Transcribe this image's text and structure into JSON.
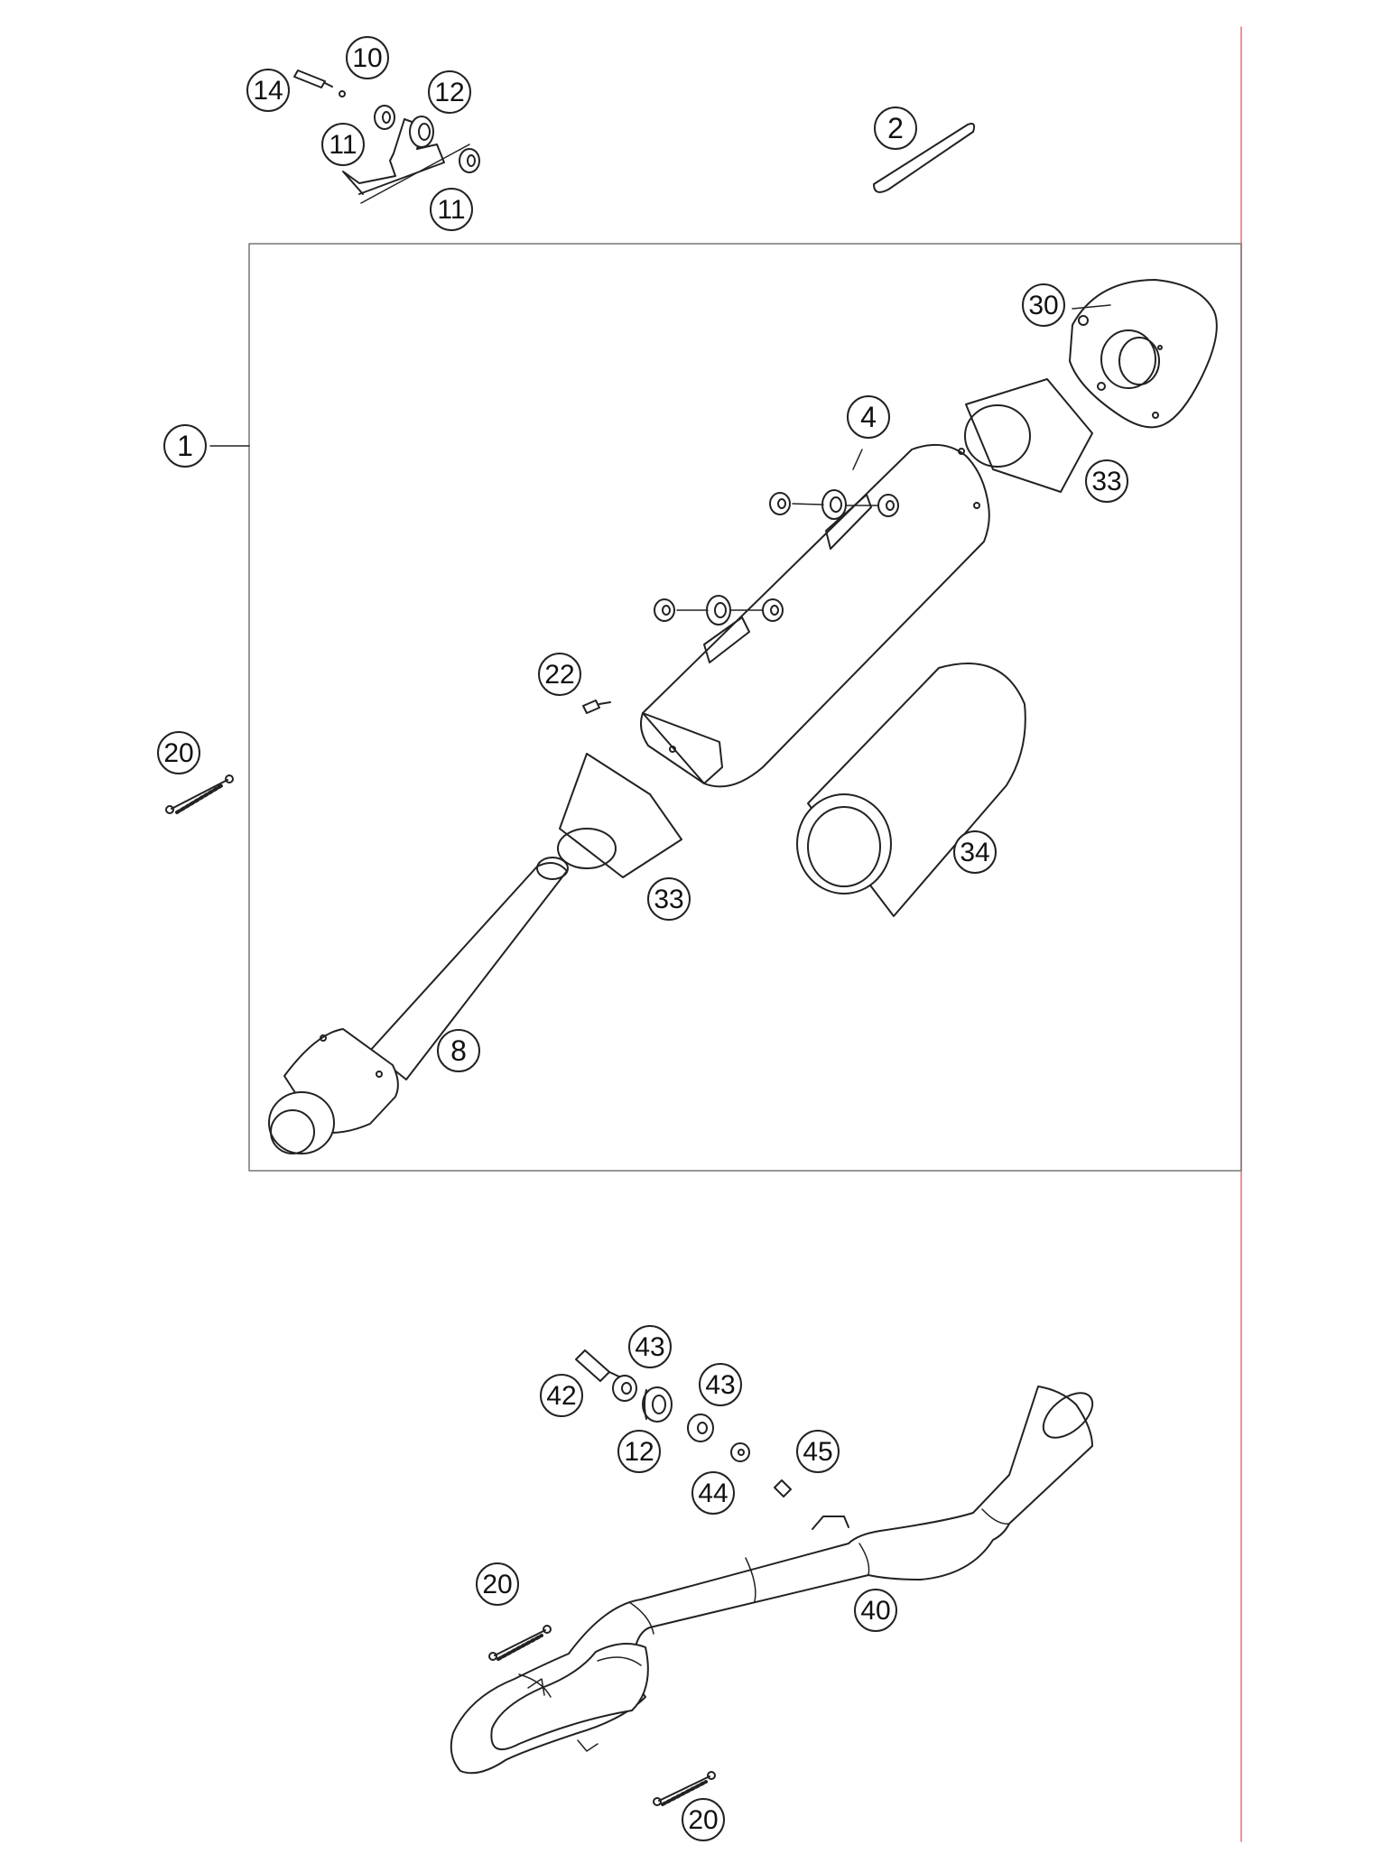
{
  "diagram": {
    "callouts": [
      {
        "id": "c14",
        "label": "14"
      },
      {
        "id": "c10",
        "label": "10"
      },
      {
        "id": "c12a",
        "label": "12"
      },
      {
        "id": "c11a",
        "label": "11"
      },
      {
        "id": "c11b",
        "label": "11"
      },
      {
        "id": "c2",
        "label": "2"
      },
      {
        "id": "c1",
        "label": "1"
      },
      {
        "id": "c30",
        "label": "30"
      },
      {
        "id": "c4",
        "label": "4"
      },
      {
        "id": "c33a",
        "label": "33"
      },
      {
        "id": "c22",
        "label": "22"
      },
      {
        "id": "c20a",
        "label": "20"
      },
      {
        "id": "c34",
        "label": "34"
      },
      {
        "id": "c33b",
        "label": "33"
      },
      {
        "id": "c8",
        "label": "8"
      },
      {
        "id": "c43a",
        "label": "43"
      },
      {
        "id": "c42",
        "label": "42"
      },
      {
        "id": "c43b",
        "label": "43"
      },
      {
        "id": "c12b",
        "label": "12"
      },
      {
        "id": "c45",
        "label": "45"
      },
      {
        "id": "c44",
        "label": "44"
      },
      {
        "id": "c20b",
        "label": "20"
      },
      {
        "id": "c40",
        "label": "40"
      },
      {
        "id": "c20c",
        "label": "20"
      }
    ],
    "colors": {
      "line": "#222222",
      "margin_line": "#e07070",
      "background": "#ffffff"
    }
  }
}
